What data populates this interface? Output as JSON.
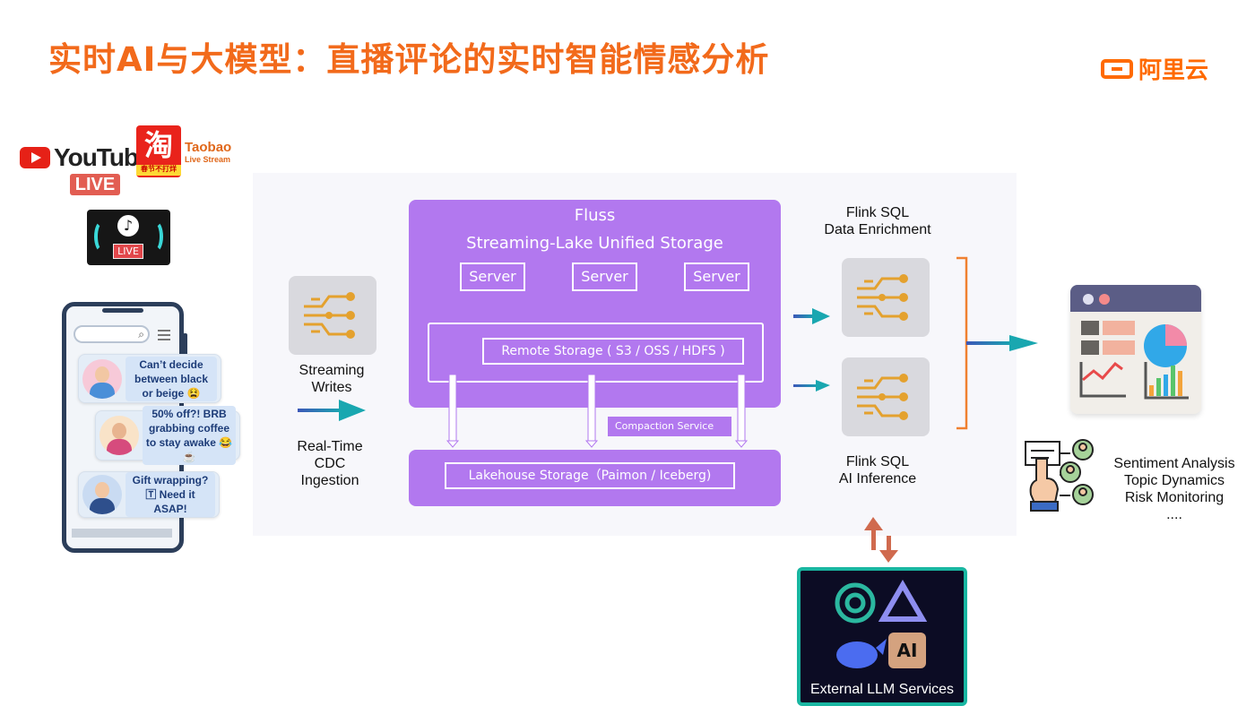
{
  "title": "实时AI与大模型：直播评论的实时智能情感分析",
  "brand": {
    "name": "阿里云",
    "color": "#ff6a00"
  },
  "platforms": {
    "youtube": {
      "word": "YouTube",
      "live": "LIVE"
    },
    "taobao": {
      "glyph": "淘",
      "tag": "春节不打烊",
      "name": "Taobao",
      "sub": "Live Stream"
    },
    "tiktok": {
      "glyph": "♪",
      "live": "LIVE"
    }
  },
  "comments": [
    {
      "text": "Can’t decide between black or beige 😫"
    },
    {
      "text": "50% off?! BRB grabbing coffee to stay awake 😂☕"
    },
    {
      "text": "Gift wrapping? 🅃 Need it ASAP!"
    }
  ],
  "labels": {
    "streaming_writes": [
      "Streaming",
      "Writes"
    ],
    "realtime_cdc": [
      "Real-Time",
      "CDC",
      "Ingestion"
    ],
    "data_enrichment": [
      "Flink SQL",
      "Data Enrichment"
    ],
    "ai_inference": [
      "Flink SQL",
      "AI Inference"
    ]
  },
  "fluss": {
    "title": "Fluss",
    "subtitle": "Streaming-Lake Unified Storage",
    "servers": [
      "Server",
      "Server",
      "Server"
    ],
    "remote_storage": "Remote Storage ( S3 / OSS / HDFS )",
    "compaction": "Compaction Service",
    "lakehouse": "Lakehouse Storage（Paimon / Iceberg)"
  },
  "outputs": [
    "Sentiment Analysis",
    "Topic Dynamics",
    "Risk Monitoring",
    "...."
  ],
  "llm": {
    "label": "External LLM Services",
    "anthropic_glyph": "AI"
  },
  "colors": {
    "title": "#f26a1b",
    "fluss": "#b278ef",
    "arrow_teal": "#1a9bb0",
    "bracket": "#f08030",
    "llm_border": "#19b6a1"
  }
}
